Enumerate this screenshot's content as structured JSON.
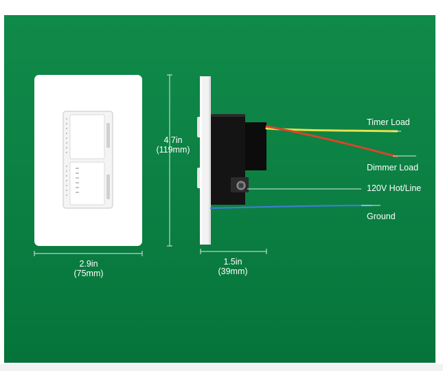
{
  "diagram": {
    "labels": {
      "timer_load": "Timer Load",
      "dimmer_load": "Dimmer Load",
      "hot_line": "120V Hot/Line",
      "ground": "Ground"
    },
    "dimensions": {
      "height_in": "4.7in",
      "height_mm": "(119mm)",
      "width_in": "2.9in",
      "width_mm": "(75mm)",
      "depth_in": "1.5in",
      "depth_mm": "(39mm)"
    },
    "colors": {
      "background": "#0b7f42",
      "faceplate": "#ffffff",
      "device_body": "#111111",
      "timer_wire": "#e8e04a",
      "dimmer_wire": "#d8452a",
      "ground_wire": "#3b7fd0"
    }
  }
}
